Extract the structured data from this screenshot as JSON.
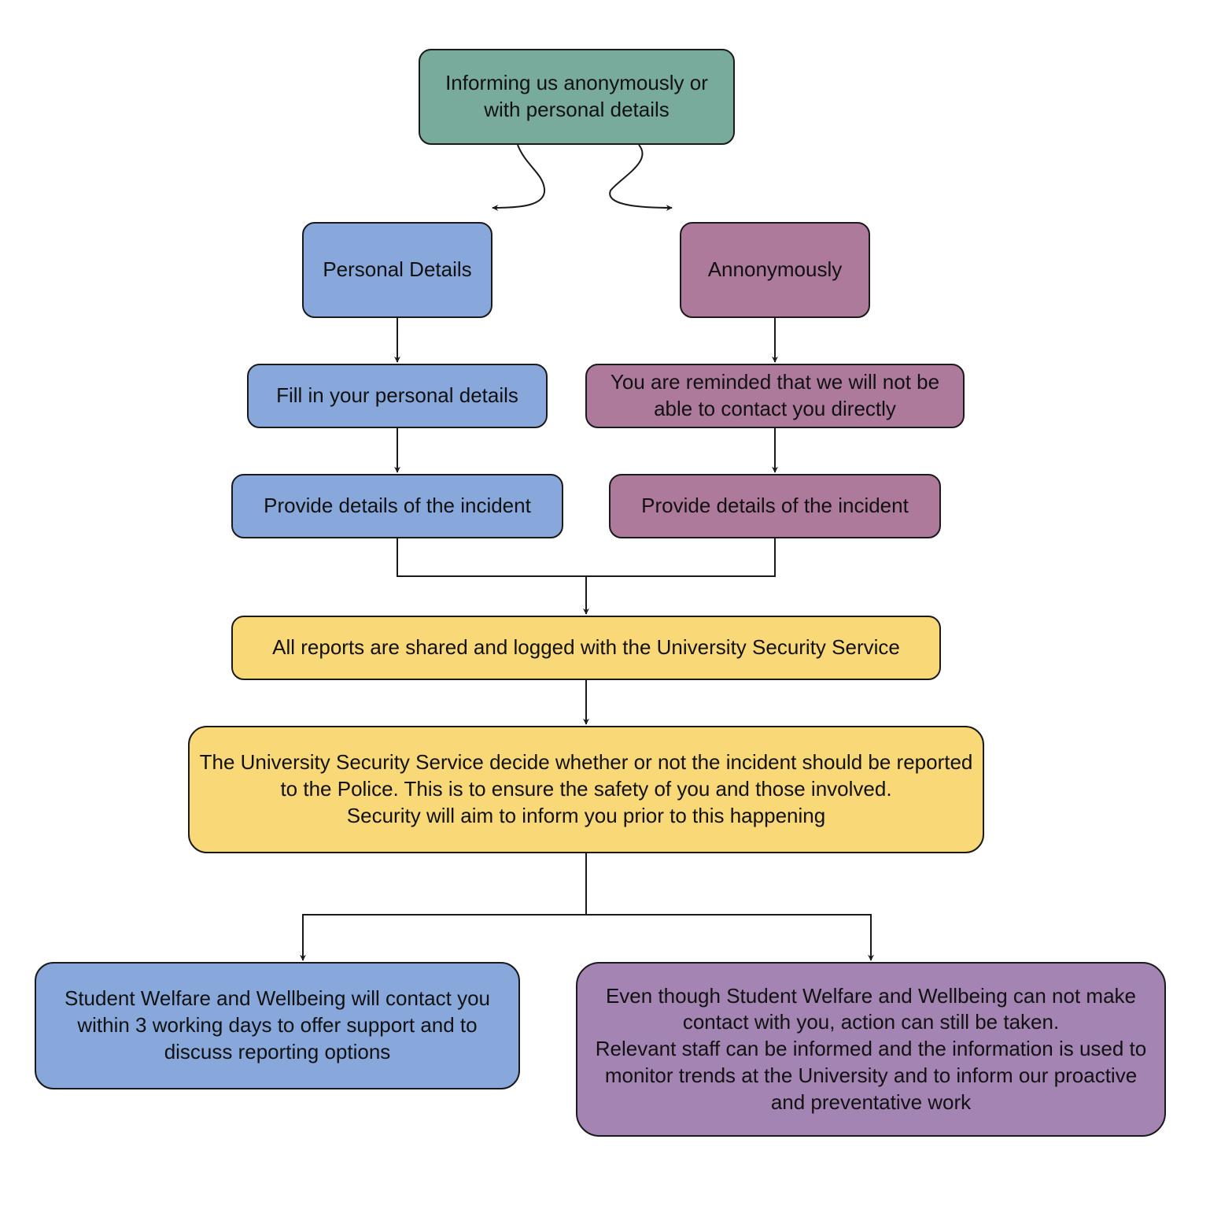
{
  "colors": {
    "root": "#79ab9d",
    "personal": "#88a7db",
    "anonymous": "#ad7a9c",
    "shared": "#f8d877",
    "anonymous_outcome": "#a384b2",
    "stroke": "#1a1a1a"
  },
  "nodes": {
    "root": "Informing us anonymously or with personal details",
    "personal_details": "Personal Details",
    "anonymously": "Annonymously",
    "fill_in": "Fill in your personal details",
    "reminded": "You are reminded that we will not be able to contact you directly",
    "provide_personal": "Provide details of the incident",
    "provide_anonymous": "Provide details of the incident",
    "shared_logged": "All reports are shared and logged with the University Security Service",
    "security_decide": "The University Security Service decide whether or not the incident should be reported to the Police.  This is to ensure the safety of you and those involved.\nSecurity will aim to inform you prior to this happening",
    "welfare_contact": "Student Welfare and Wellbeing will contact you within 3 working days to offer support and to discuss reporting options",
    "anonymous_action": "Even though Student Welfare and Wellbeing can not make contact with you, action can still be taken.\nRelevant staff can be informed and the information is used to monitor trends at the University and to inform our proactive and preventative work"
  }
}
